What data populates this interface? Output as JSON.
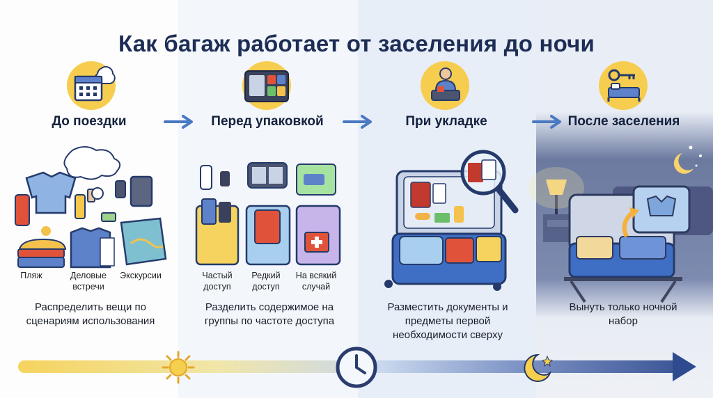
{
  "title": "Как багаж работает от заселения до ночи",
  "stages": [
    {
      "title": "До поездки",
      "icon": "calendar-thought-icon",
      "sub_items": [
        "Пляж",
        "Деловые встречи",
        "Экскурсии"
      ],
      "description": "Распределить вещи по сценариям использования"
    },
    {
      "title": "Перед упаковкой",
      "icon": "organizer-case-icon",
      "sub_items": [
        "Частый доступ",
        "Редкий доступ",
        "На всякий случай"
      ],
      "description": "Разделить содержимое на группы по частоте доступа"
    },
    {
      "title": "При укладке",
      "icon": "person-packing-icon",
      "sub_items": [],
      "description": "Разместить документы и предметы первой необходимости сверху"
    },
    {
      "title": "После заселения",
      "icon": "key-bed-icon",
      "sub_items": [],
      "description": "Вынуть только ночной набор"
    }
  ],
  "timeline": {
    "start_icon": "sun-icon",
    "middle_icon": "clock-icon",
    "end_icon": "moon-icon",
    "colors": {
      "day": "#f5d35e",
      "night": "#2f4b8f"
    }
  },
  "colors": {
    "accent": "#f6cd4f",
    "arrow": "#4a78c2",
    "title": "#1d2d55"
  }
}
